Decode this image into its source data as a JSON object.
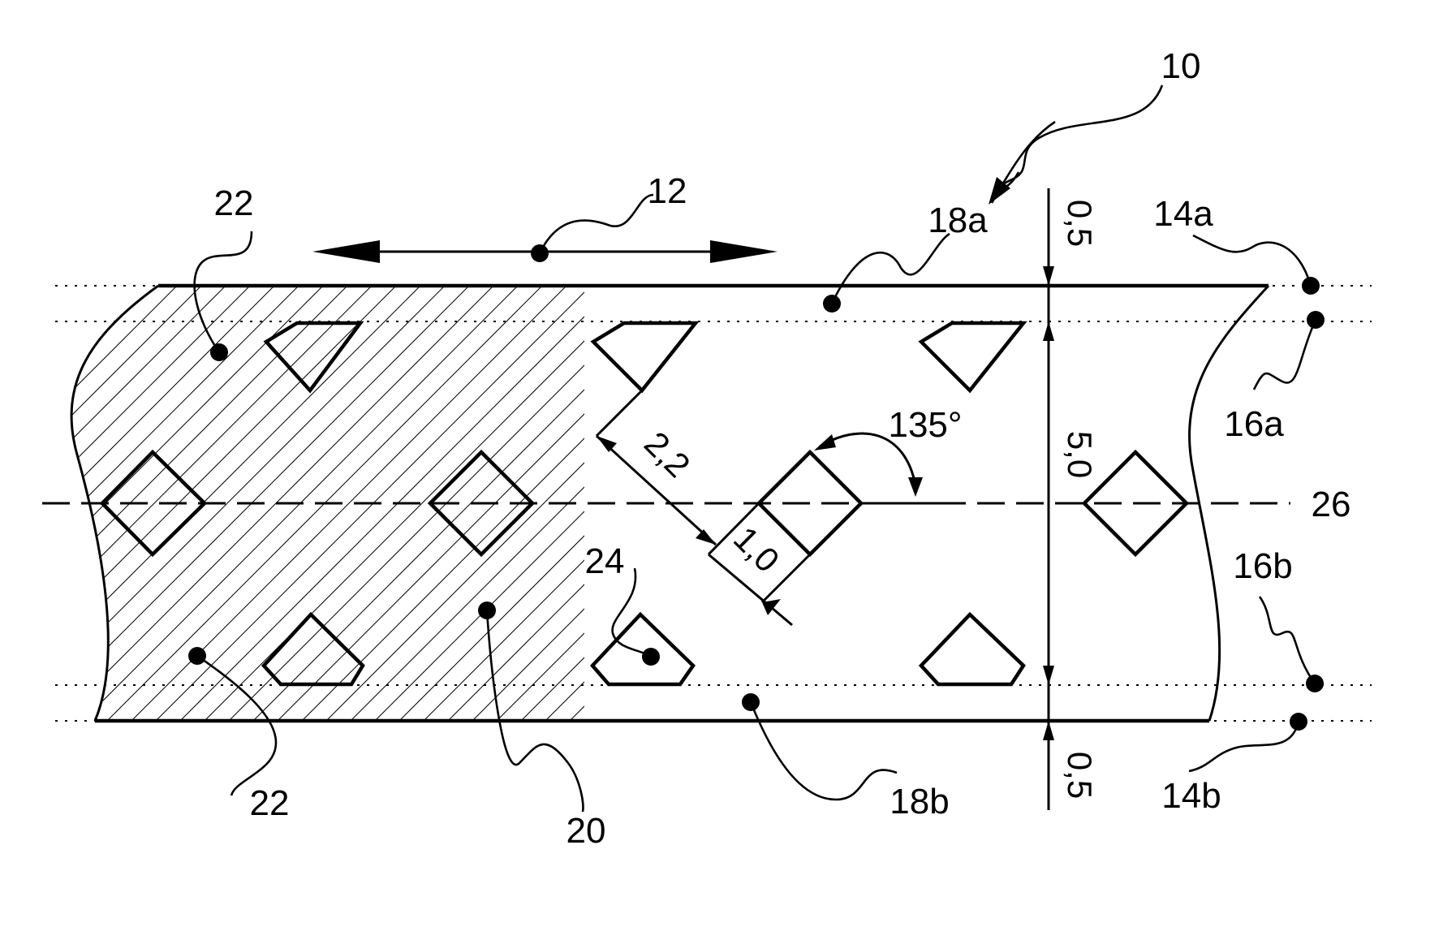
{
  "labels": {
    "device": "10",
    "direction": "12",
    "outer_edge_top": "14a",
    "outer_edge_bottom": "14b",
    "inner_line_top": "16a",
    "inner_line_bottom": "16b",
    "edge_strip_top": "18a",
    "edge_strip_bottom": "18b",
    "body": "20",
    "hatched_region_top": "22",
    "hatched_region_bottom": "22",
    "hole": "24",
    "centerline": "26"
  },
  "dimensions": {
    "margin_top": "0,5",
    "height": "5,0",
    "margin_bottom": "0,5",
    "pitch": "2,2",
    "hole_size": "1,0",
    "angle": "135°"
  }
}
